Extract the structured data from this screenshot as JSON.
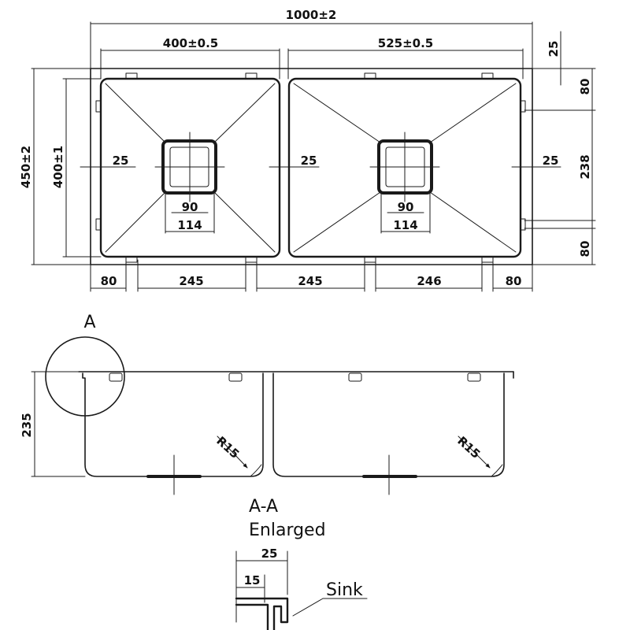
{
  "drawing": {
    "top_view": {
      "overall_width": "1000±2",
      "left_bowl_width": "400±0.5",
      "right_bowl_width": "525±0.5",
      "flange_top": "25",
      "overall_depth": "450±2",
      "bowl_depth": "400±1",
      "left_wall": "25",
      "center_divider": "25",
      "right_wall": "25",
      "left_drain_inner": "90",
      "left_drain_outer": "114",
      "right_drain_inner": "90",
      "right_drain_outer": "114",
      "right_side_top": "80",
      "right_side_mid": "238",
      "right_side_bottom": "80",
      "bottom_left_edge": "80",
      "bottom_left_span": "245",
      "bottom_center_span": "245",
      "bottom_right_span": "246",
      "bottom_right_edge": "80"
    },
    "section_view": {
      "detail_label": "A",
      "height": "235",
      "left_radius": "R15",
      "right_radius": "R15"
    },
    "detail_view": {
      "title_line1": "A-A",
      "title_line2": "Enlarged",
      "flange_width": "25",
      "inner_width": "15",
      "sink_label": "Sink"
    }
  }
}
